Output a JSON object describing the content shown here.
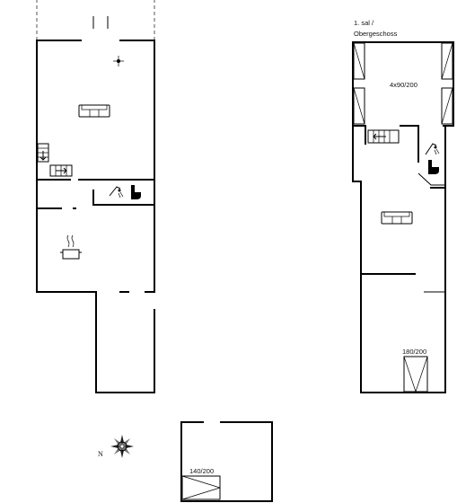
{
  "upper_floor": {
    "title_line1": "1. sal /",
    "title_line2": "Obergeschoss",
    "bedroom_beds": "4x90/200",
    "bed_label": "180/200"
  },
  "annex": {
    "bed_label": "140/200"
  },
  "compass": {
    "north_label": "N"
  },
  "icons": [
    "sofa-icon",
    "stairs-icon",
    "shower-icon",
    "toilet-icon",
    "cooking-pot-icon",
    "compass-rose-icon",
    "bed-icon"
  ]
}
